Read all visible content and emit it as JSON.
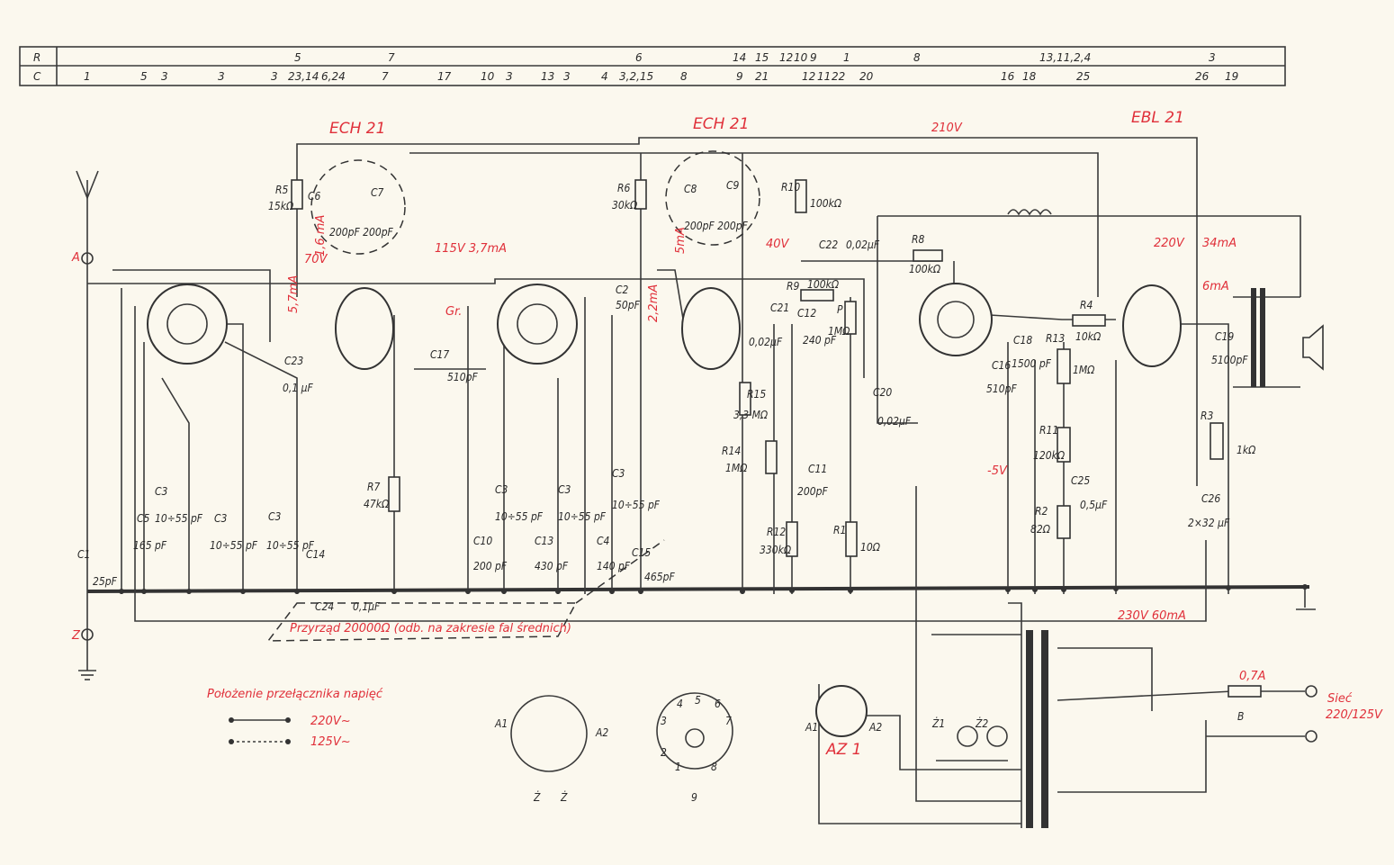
{
  "table": {
    "row_r_label": "R",
    "row_c_label": "C",
    "r_entries": [
      "5",
      "7",
      "6",
      "14",
      "15",
      "12",
      "10",
      "9",
      "1",
      "8",
      "13,11,2,4",
      "3"
    ],
    "c_entries": [
      "1",
      "5",
      "3",
      "3",
      "3",
      "23,14",
      "6,24",
      "7",
      "17",
      "10",
      "3",
      "13",
      "3",
      "4",
      "3,2,15",
      "8",
      "9",
      "21",
      "12",
      "11",
      "22",
      "20",
      "16",
      "18",
      "25",
      "26",
      "19"
    ]
  },
  "tubes": {
    "ech21_a": "ECH 21",
    "ech21_b": "ECH 21",
    "ebl21": "EBL 21",
    "az1": "AZ 1"
  },
  "red_notes": {
    "v210": "210V",
    "v70": "70V",
    "ma16": "1,6 mA",
    "v115": "115V 3,7mA",
    "ma57": "5,7mA",
    "ma5": "5mA",
    "ma22": "2,2mA",
    "v40": "40V",
    "v220": "220V",
    "ma34": "34mA",
    "ma6": "6mA",
    "vm5": "-5V",
    "v230": "230V 60mA",
    "gr": "Gr.",
    "meter": "Przyrząd 20000Ω (odb. na zakresie fal średnich)",
    "switch_title": "Położenie przełącznika napięć",
    "sw220": "220V~",
    "sw125": "125V~",
    "fuse": "0,7A",
    "mains1": "Sieć",
    "mains2": "220/125V"
  },
  "components": {
    "R5": "R5",
    "R5v": "15kΩ",
    "C6": "C6",
    "C7": "C7",
    "C67v": "200pF  200pF",
    "R6": "R6",
    "R6v": "30kΩ",
    "C8": "C8",
    "C9": "C9",
    "C89v": "200pF  200pF",
    "R10": "R10",
    "R10v": "100kΩ",
    "C22": "C22",
    "C22v": "0,02μF",
    "R8": "R8",
    "R8v": "100kΩ",
    "R9": "R9",
    "R9v": "100kΩ",
    "C21": "C21",
    "C21v": "0,02μF",
    "C12": "C12",
    "C12v": "240 pF",
    "P": "P",
    "Pv": "1MΩ",
    "C2": "C2",
    "C2v": "50pF",
    "C17": "C17",
    "C17v": "510pF",
    "C23": "C23",
    "C23v": "0,1 μF",
    "R7": "R7",
    "R7v": "47kΩ",
    "R15": "R15",
    "R15v": "3,3 MΩ",
    "R14": "R14",
    "R14v": "1MΩ",
    "C11": "C11",
    "C11v": "200pF",
    "R12": "R12",
    "R12v": "330kΩ",
    "R1": "R1",
    "R1v": "10Ω",
    "C20": "C20",
    "C20v": "0,02μF",
    "C18": "C18",
    "C18v": "1500 pF",
    "C16": "C16",
    "C16v": "510pF",
    "R13": "R13",
    "R13v": "1MΩ",
    "R4": "R4",
    "R4v": "10kΩ",
    "R11": "R11",
    "R11v": "120kΩ",
    "C25": "C25",
    "C25v": "0,5μF",
    "R2": "R2",
    "R2v": "82Ω",
    "C19": "C19",
    "C19v": "5100pF",
    "R3": "R3",
    "R3v": "1kΩ",
    "C26": "C26",
    "C26v": "2×32 μF",
    "C1": "C1",
    "C1v": "25pF",
    "C5": "C5",
    "C5v": "165 pF",
    "C3a": "C3",
    "C3av": "10÷55 pF",
    "C3b": "C3",
    "C3bv": "10÷55 pF",
    "C3c": "C3",
    "C3cv": "10÷55 pF",
    "C14": "C14",
    "C10": "C10",
    "C10v": "200 pF",
    "C3d": "C3",
    "C3dv": "10÷55 pF",
    "C13": "C13",
    "C13v": "430 pF",
    "C3e": "C3",
    "C3ev": "10÷55 pF",
    "C4": "C4",
    "C4v": "140 pF",
    "C3f": "C3",
    "C3fv": "10÷55 pF",
    "C15": "C15",
    "C15v": "465pF",
    "C24": "C24",
    "C24v": "0,1μF"
  },
  "terminals": {
    "A": "A",
    "Z": "Z",
    "B": "B",
    "A1": "A1",
    "A2": "A2",
    "Z1": "Ż1",
    "Z2": "Ż2",
    "sock_A1": "A1",
    "sock_A2": "A2",
    "sock_Z1": "Ż",
    "sock_Z2": "Ż"
  },
  "pins": {
    "p1": "1",
    "p2": "2",
    "p3": "3",
    "p4": "4",
    "p5": "5",
    "p6": "6",
    "p7": "7",
    "p8": "8",
    "p9": "9"
  }
}
